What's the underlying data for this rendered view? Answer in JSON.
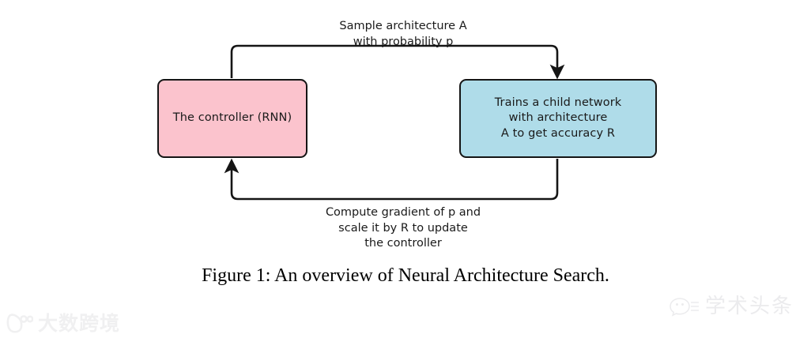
{
  "figure": {
    "caption": "Figure 1: An overview of Neural Architecture Search.",
    "colors": {
      "controller_fill": "#fbc3cd",
      "child_network_fill": "#afdce9",
      "stroke": "#151515",
      "background": "#ffffff",
      "text": "#1a1a1a"
    }
  },
  "diagram": {
    "type": "flowchart",
    "nodes": [
      {
        "id": "controller",
        "label": "The controller (RNN)",
        "fill": "#fbc3cd"
      },
      {
        "id": "child-network",
        "label": "Trains a child network\nwith architecture\nA to get accuracy R",
        "fill": "#afdce9"
      }
    ],
    "edges": [
      {
        "id": "top",
        "from": "controller",
        "to": "child-network",
        "label": "Sample architecture A\nwith probability p",
        "direction": "left-to-right"
      },
      {
        "id": "bottom",
        "from": "child-network",
        "to": "controller",
        "label": "Compute gradient of p and\nscale it by R to update\nthe controller",
        "direction": "right-to-left"
      }
    ]
  },
  "watermarks": [
    {
      "id": "left",
      "icon": "dashuji-logo-icon",
      "text": "大数跨境"
    },
    {
      "id": "right",
      "icon": "wechat-icon",
      "text": "学术头条"
    }
  ]
}
